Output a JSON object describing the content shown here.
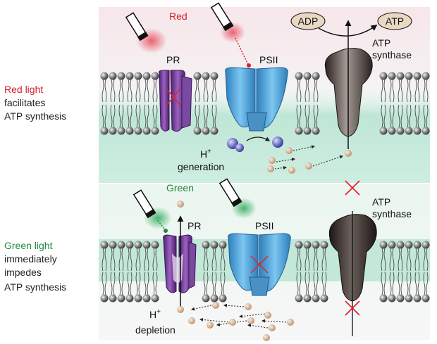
{
  "top_panel": {
    "light_label": "Red",
    "pr_label": "PR",
    "psii_label": "PSII",
    "adp_label": "ADP",
    "atp_label": "ATP",
    "synthase_line1": "ATP",
    "synthase_line2": "synthase",
    "h_label": "H",
    "h_sup": "+",
    "h_caption": "generation"
  },
  "bottom_panel": {
    "light_label": "Green",
    "pr_label": "PR",
    "psii_label": "PSII",
    "synthase_line1": "ATP",
    "synthase_line2": "synthase",
    "h_label": "H",
    "h_sup": "+",
    "h_caption": "depletion"
  },
  "side": {
    "red_line1": "Red light",
    "red_line2": "facilitates",
    "red_line3": "ATP synthesis",
    "green_line1": "Green light",
    "green_line2": "immediately",
    "green_line3": "impedes",
    "green_line4": "ATP synthesis"
  },
  "colors": {
    "red_accent": "#d3202a",
    "green_accent": "#1f8a3c",
    "membrane": "#bfe6d6",
    "pr_purple": "#6a2f8f",
    "psii_blue": "#3f9ed8",
    "synthase_dark": "#3a302c"
  }
}
